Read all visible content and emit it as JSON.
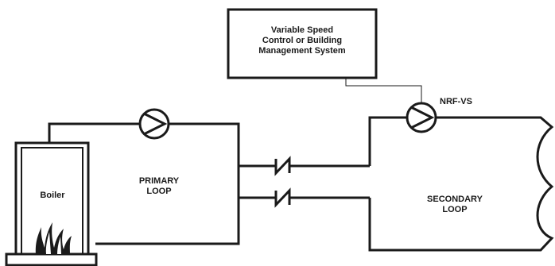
{
  "control_box": {
    "line1": "Variable Speed",
    "line2": "Control or Building",
    "line3": "Management System"
  },
  "pump_label": "NRF-VS",
  "primary_loop": {
    "line1": "PRIMARY",
    "line2": "LOOP"
  },
  "secondary_loop": {
    "line1": "SECONDARY",
    "line2": "LOOP"
  },
  "boiler_label": "Boiler"
}
